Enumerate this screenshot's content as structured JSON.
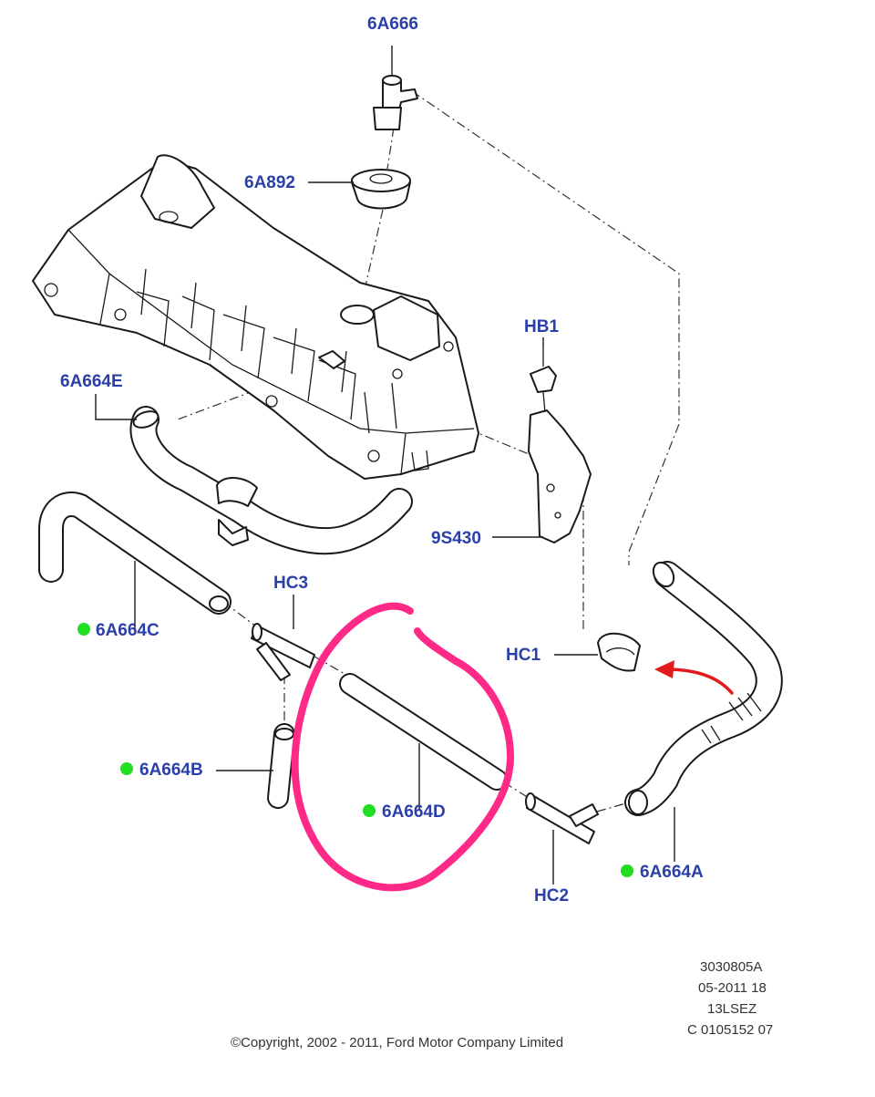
{
  "labels": {
    "6A666": "6A666",
    "6A892": "6A892",
    "6A664E": "6A664E",
    "HB1": "HB1",
    "9S430": "9S430",
    "HC3": "HC3",
    "6A664C": "6A664C",
    "HC1": "HC1",
    "6A664B": "6A664B",
    "6A664D": "6A664D",
    "HC2": "HC2",
    "6A664A": "6A664A"
  },
  "footer": {
    "code1": "3030805A",
    "code2": "05-2011 18",
    "code3": "13LSEZ",
    "code4": "C 0105152 07",
    "copyright": "©Copyright, 2002 - 2011, Ford Motor Company Limited"
  },
  "colors": {
    "label": "#2b3fa8",
    "dot": "#22dd22",
    "highlight": "#ff2a88",
    "arrow": "#e21a1a"
  },
  "annotations": {
    "green-dots": [
      "6A664C",
      "6A664B",
      "6A664D",
      "6A664A"
    ],
    "circle-highlight": "6A664D",
    "arrow-points-to": "HC1"
  }
}
